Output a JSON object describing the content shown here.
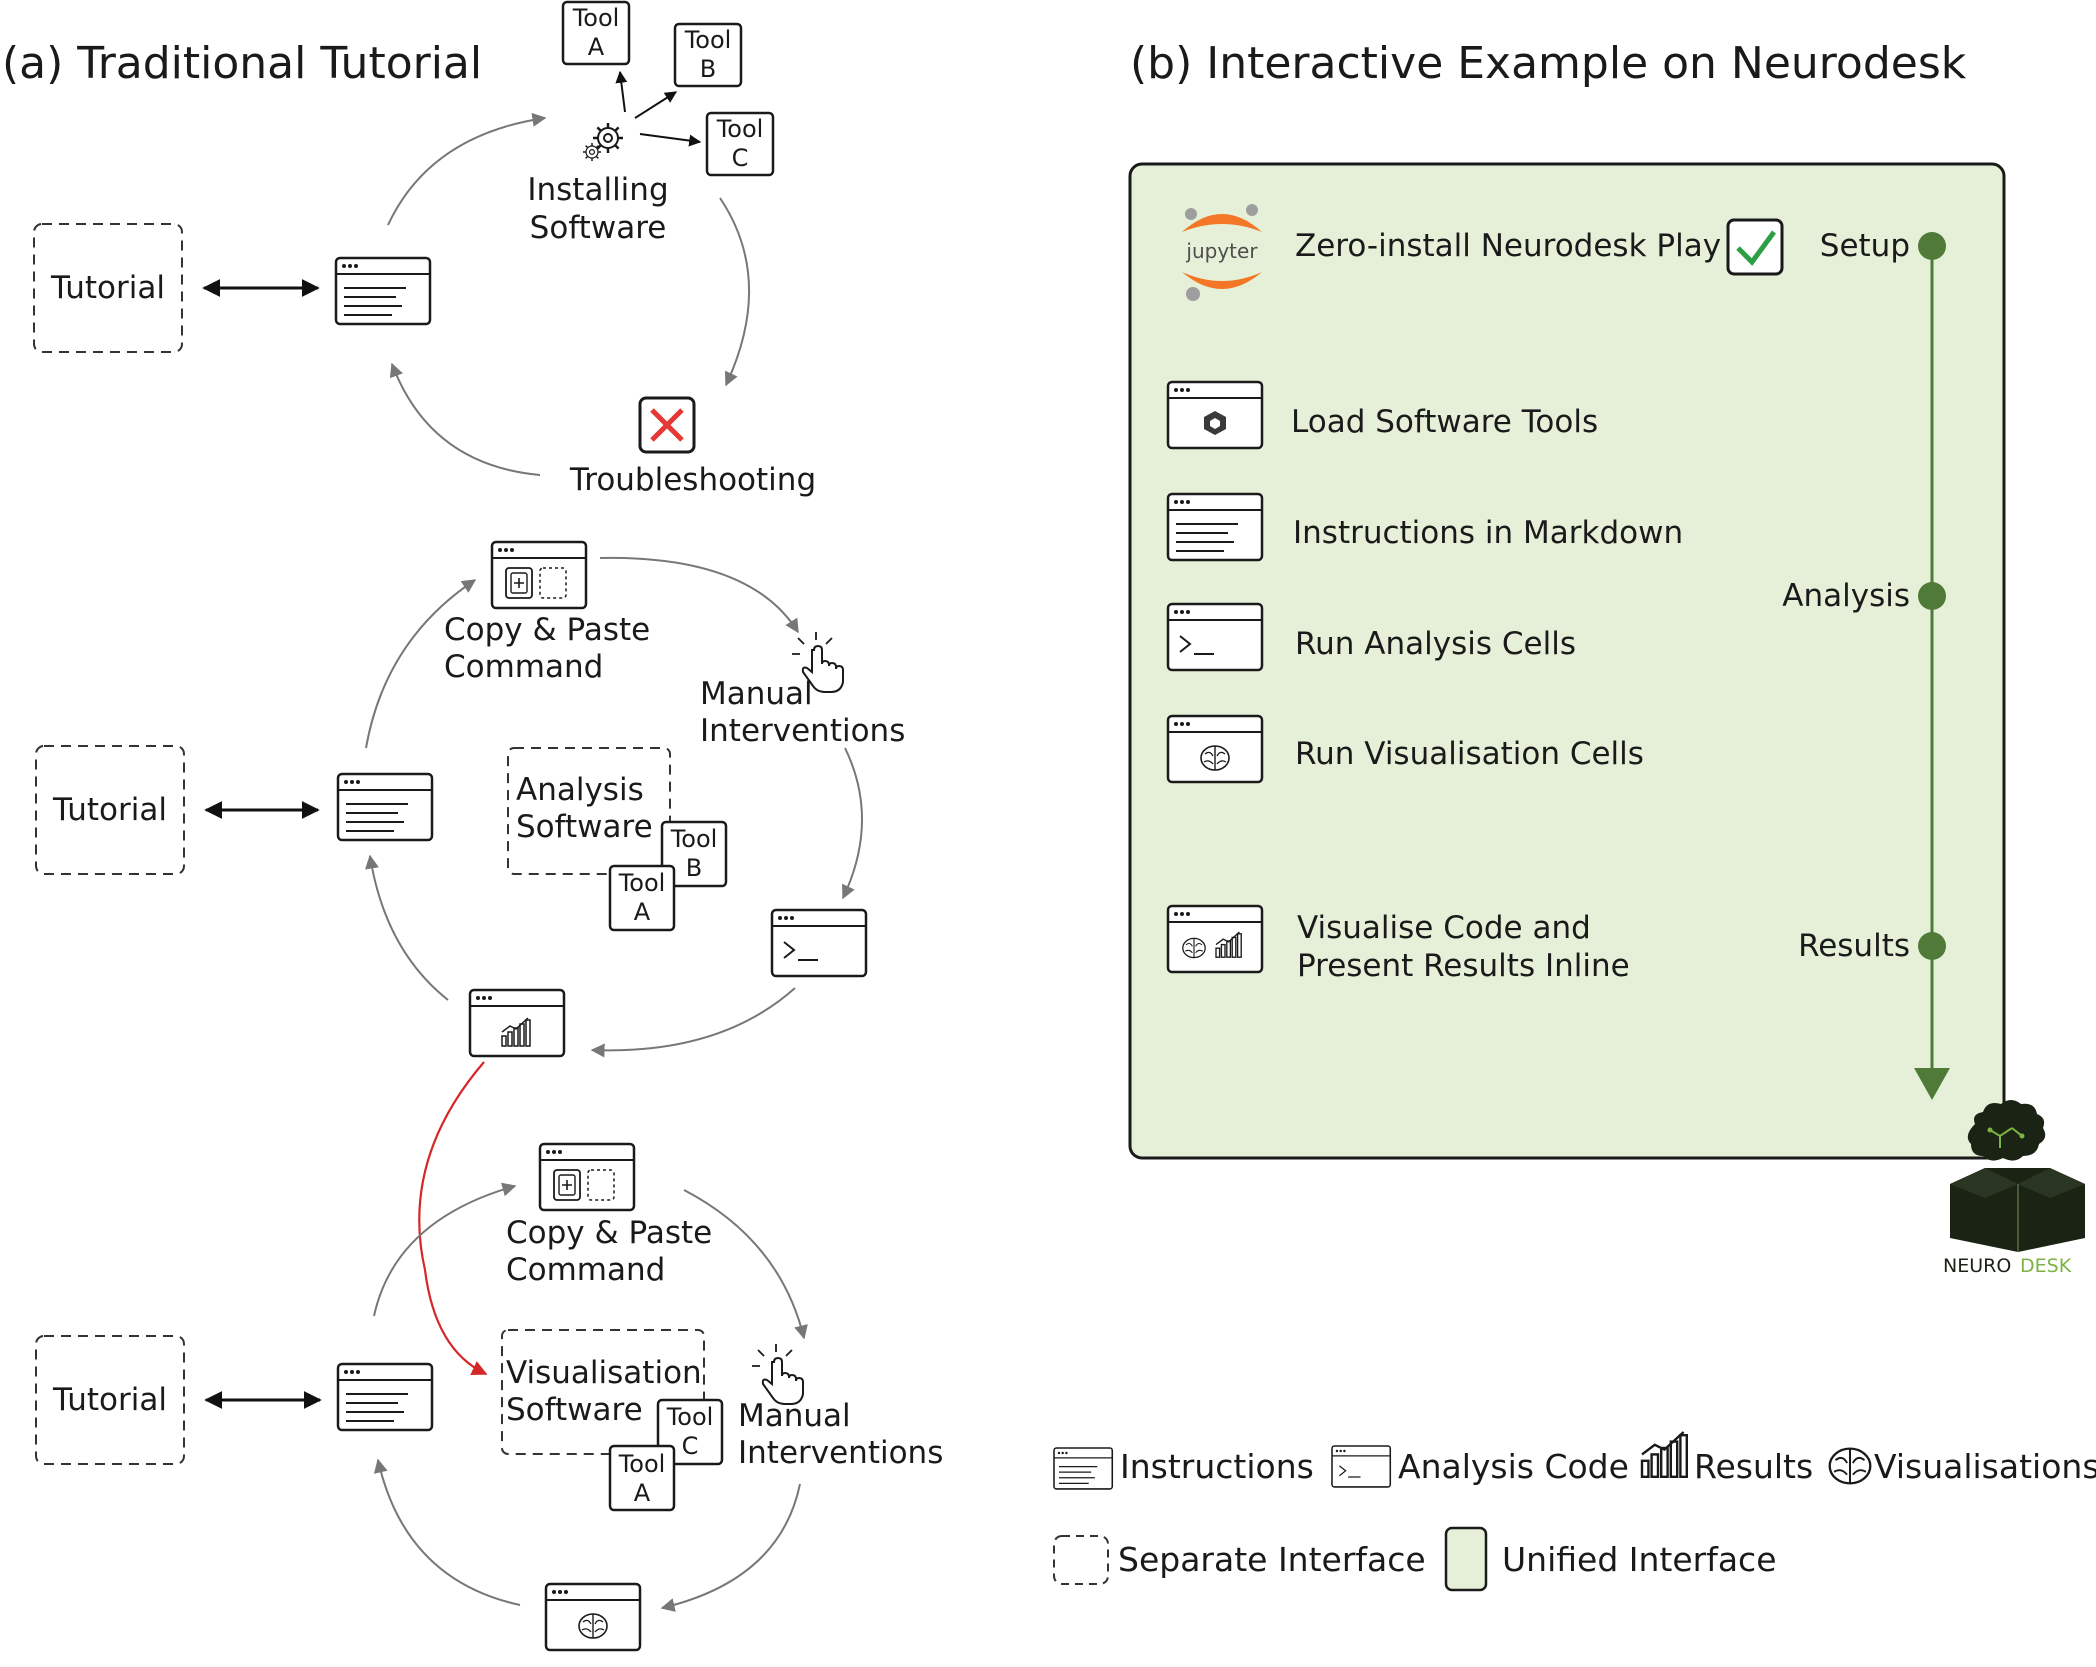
{
  "panel_a": {
    "title": "(a) Traditional Tutorial",
    "tutorial_label": "Tutorial",
    "cycle1": {
      "installing": [
        "Installing",
        "Software"
      ],
      "troubleshooting": "Troubleshooting"
    },
    "cycle2": {
      "copy_paste": [
        "Copy & Paste",
        "Command"
      ],
      "manual": [
        "Manual",
        "Interventions"
      ],
      "software": [
        "Analysis",
        "Software"
      ]
    },
    "cycle3": {
      "copy_paste": [
        "Copy & Paste",
        "Command"
      ],
      "manual": [
        "Manual",
        "Interventions"
      ],
      "software": [
        "Visualisation",
        "Software"
      ]
    },
    "tools": {
      "a": [
        "Tool",
        "A"
      ],
      "b": [
        "Tool",
        "B"
      ],
      "c": [
        "Tool",
        "C"
      ]
    }
  },
  "panel_b": {
    "title": "(b) Interactive Example on Neurodesk",
    "jupyter_logo": "jupyter",
    "steps": [
      "Zero-install Neurodesk Play",
      "Load Software Tools",
      "Instructions in Markdown",
      "Run Analysis Cells",
      "Run Visualisation Cells",
      [
        "Visualise Code and",
        "Present Results Inline"
      ]
    ],
    "timeline": [
      "Setup",
      "Analysis",
      "Results"
    ],
    "logo": {
      "neuro": "NEURO",
      "desk": "DESK"
    }
  },
  "legend": {
    "instructions": "Instructions",
    "analysis_code": "Analysis Code",
    "results": "Results",
    "visualisations": "Visualisations",
    "separate": "Separate Interface",
    "unified": "Unified Interface"
  },
  "colors": {
    "panel_fill": "#e6f0d8",
    "timeline": "#4f7a38",
    "red_arrow": "#d62728",
    "check": "#2e9e44",
    "cross": "#e53935",
    "jupyter_orange": "#f37726",
    "neurodesk_green": "#7cb342"
  }
}
